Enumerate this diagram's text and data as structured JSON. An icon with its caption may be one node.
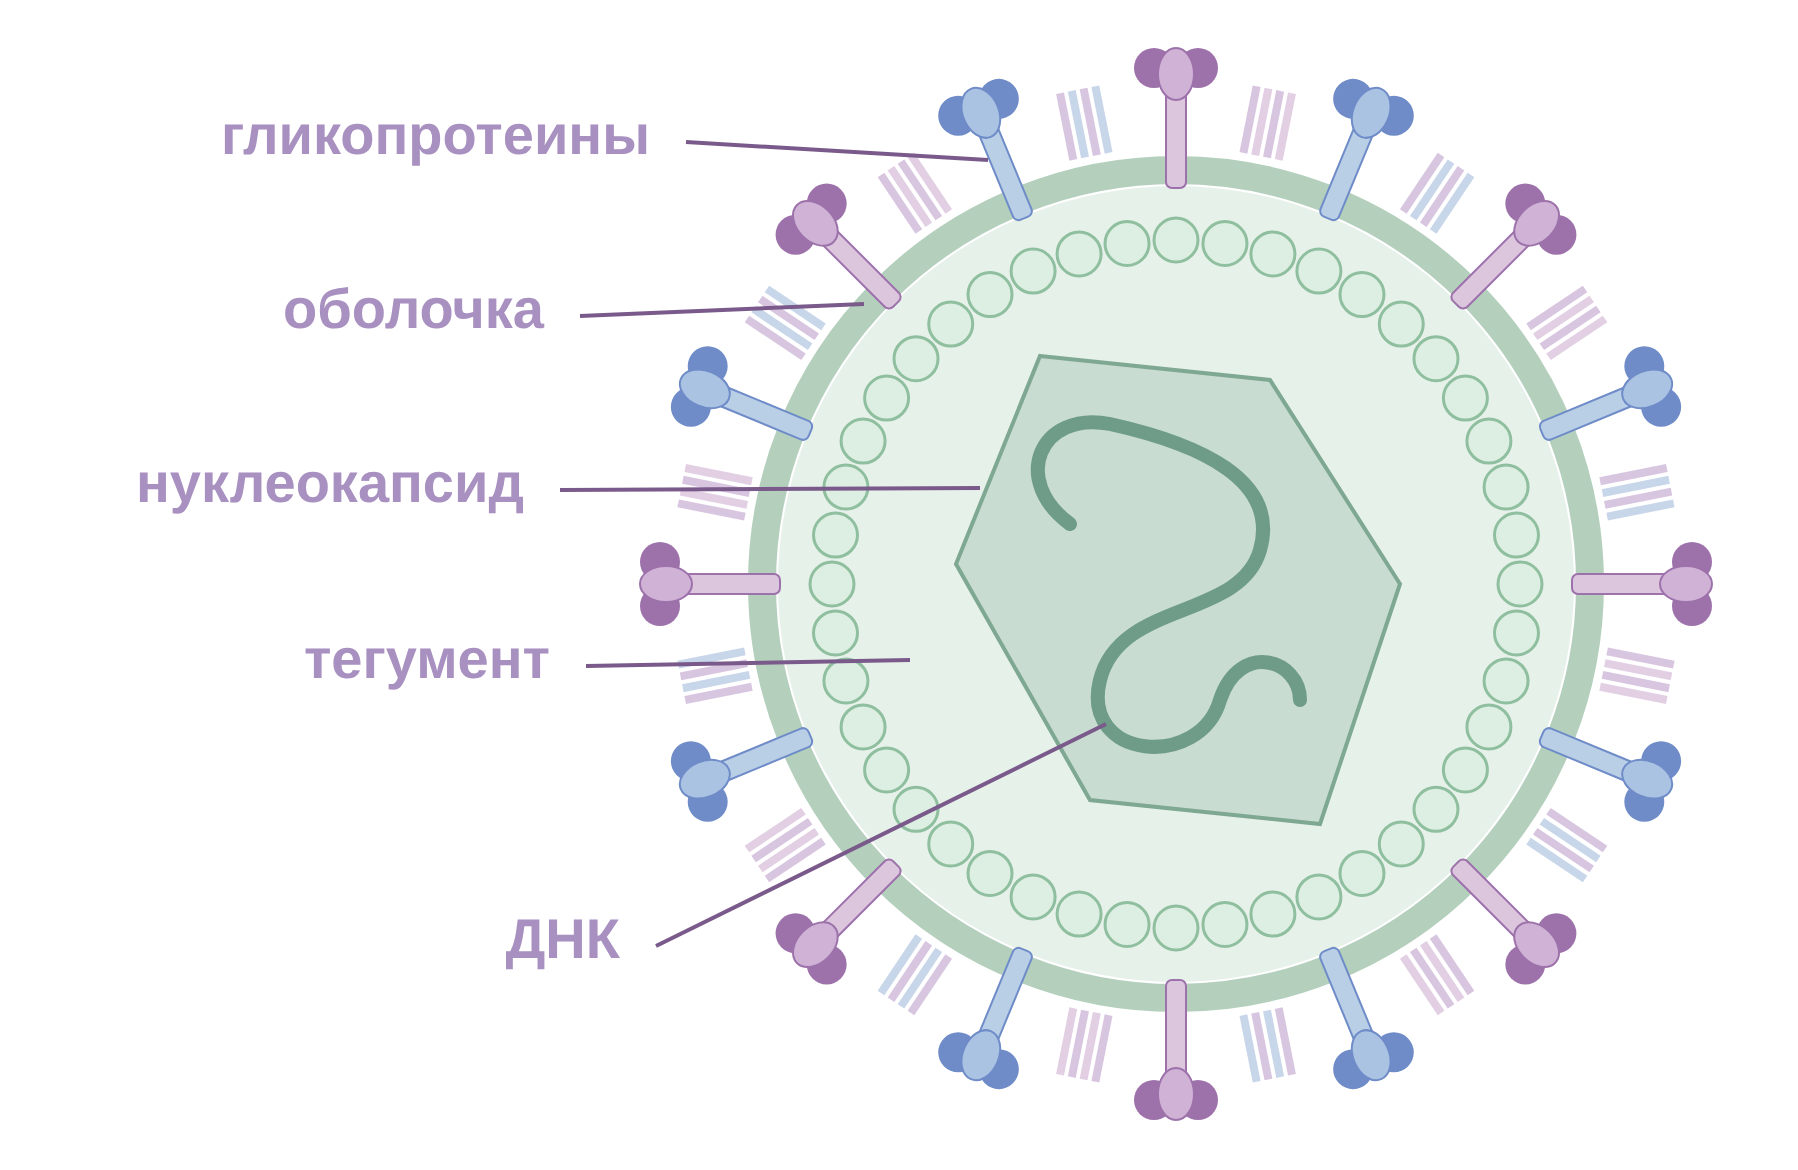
{
  "diagram": {
    "nodes": [
      {
        "text": [
          "гликопротеины"
        ]
      },
      {
        "text": [
          "оболочка"
        ]
      },
      {
        "text": [
          "нуклеокапсид"
        ]
      },
      {
        "text": [
          "тегумент"
        ]
      },
      {
        "text": [
          "ДНК"
        ]
      },
      {
        "text": [],
        "shape": "picture"
      },
      {
        "text": [],
        "shape": "circle"
      },
      {
        "text": [],
        "shape": "hexagon",
        "in": 8
      },
      {
        "text": [],
        "shape": "circle"
      },
      {
        "text": [],
        "shape": "picture",
        "in": 7
      }
    ],
    "edges": [
      {
        "from": 0,
        "to": 5,
        "arrow": "none"
      },
      {
        "from": 1,
        "to": 6,
        "arrow": "none"
      },
      {
        "from": 2,
        "to": 7,
        "arrow": "none"
      },
      {
        "from": 3,
        "to": 8,
        "arrow": "none"
      },
      {
        "from": 4,
        "to": 9,
        "arrow": "none"
      }
    ]
  }
}
